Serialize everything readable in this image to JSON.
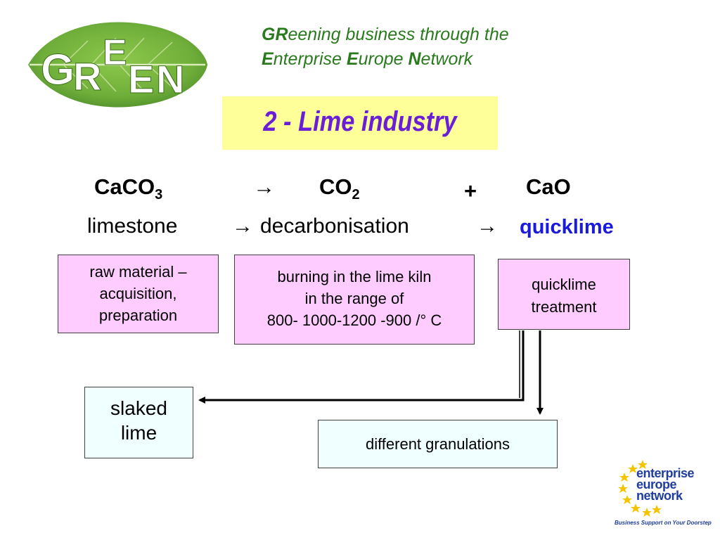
{
  "logo": {
    "letters": [
      "G",
      "R",
      "E",
      "E",
      "N"
    ],
    "leaf_color": "#6fae3a",
    "text_color": "#ffffff"
  },
  "header": {
    "line1_part1": "GR",
    "line1_part2": "eening business through the",
    "line2_part1": "E",
    "line2_part2": "nterprise ",
    "line2_part3": "E",
    "line2_part4": "urope ",
    "line2_part5": "N",
    "line2_part6": "etwork"
  },
  "title": "2 - Lime industry",
  "equation": {
    "reactant": "CaCO",
    "reactant_sub": "3",
    "arrow": "→",
    "product1": "CO",
    "product1_sub": "2",
    "plus": "+",
    "product2": "CaO"
  },
  "process_row": {
    "item1": "limestone",
    "arrow1": "→",
    "item2": "decarbonisation",
    "arrow2": "→",
    "item3": "quicklime"
  },
  "boxes": {
    "raw_material": [
      "raw material –",
      "acquisition,",
      "preparation"
    ],
    "burning": [
      "burning in the lime kiln",
      "in the range of",
      "800- 1000-1200 -900 /°  C"
    ],
    "quicklime_treatment": [
      "quicklime",
      "treatment"
    ],
    "slaked_lime": [
      "slaked",
      "lime"
    ],
    "granulations": "different granulations"
  },
  "een_logo": {
    "lines": [
      "enterprise",
      "europe",
      "network"
    ],
    "tagline": "Business Support on Your Doorstep",
    "star_color": "#f4c400",
    "text_color": "#1f3d9e"
  }
}
